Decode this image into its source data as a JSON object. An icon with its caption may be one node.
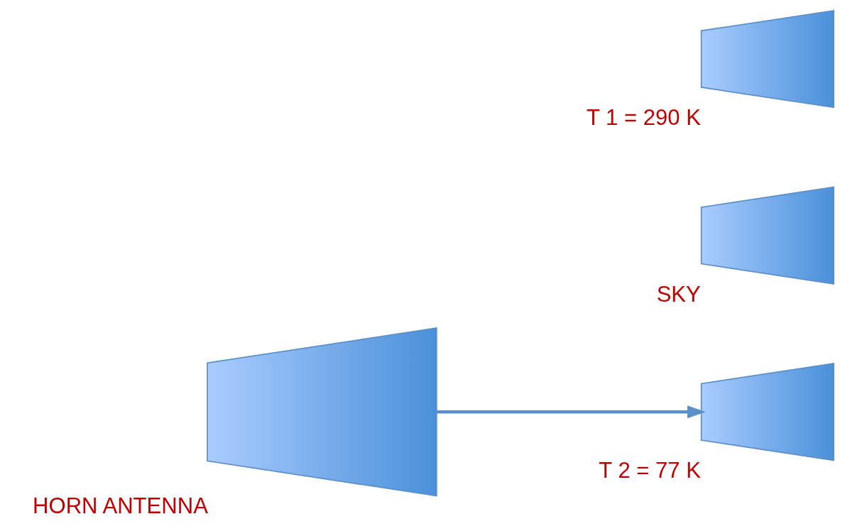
{
  "diagram": {
    "nodes": [
      {
        "text": [],
        "shape": "trapezoid",
        "beside": [
          "HORN ANTENNA"
        ]
      },
      {
        "text": [],
        "shape": "trapezoid",
        "beside": [
          "SKY"
        ]
      },
      {
        "text": [],
        "shape": "trapezoid",
        "beside": [
          "T 1 = 290 K"
        ]
      },
      {
        "text": [],
        "shape": "trapezoid",
        "beside": [
          "T 2 = 77 K"
        ]
      }
    ],
    "edges": [
      {
        "from": 0,
        "to": 3,
        "arrow": "to"
      }
    ]
  }
}
